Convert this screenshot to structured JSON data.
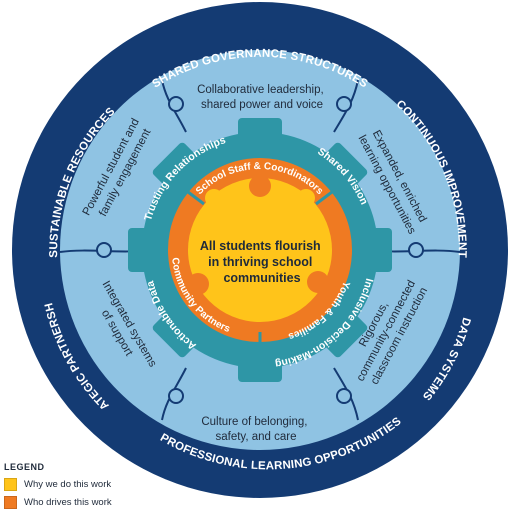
{
  "colors": {
    "outer_ring": "#143b73",
    "practice_ring": "#8fc3e3",
    "practice_divider": "#143b73",
    "gear": "#2e96a6",
    "orange_ring": "#ef7a22",
    "center": "#ffc41a",
    "ink": "#1f2a3a"
  },
  "outer_ring": {
    "top": "SHARED GOVERNANCE STRUCTURES",
    "upper_right": "CONTINUOUS IMPROVEMENT",
    "lower_right": "DATA SYSTEMS",
    "bottom": "PROFESSIONAL LEARNING OPPORTUNITIES",
    "lower_left": "STRATEGIC PARTNERSHIPS",
    "upper_left": "SUSTAINABLE RESOURCES"
  },
  "practices": {
    "top": [
      "Collaborative leadership,",
      "shared power and voice"
    ],
    "upper_right": [
      "Expanded, enriched",
      "learning opportunities"
    ],
    "lower_right": [
      "Rigorous,",
      "community-connected",
      "classroom instruction"
    ],
    "bottom": [
      "Culture of belonging,",
      "safety, and care"
    ],
    "lower_left": [
      "Integrated systems",
      "of support"
    ],
    "upper_left": [
      "Powerful student and",
      "family engagement"
    ]
  },
  "pillars": {
    "trusting": "Trusting Relationships",
    "shared_vision": "Shared Vision",
    "inclusive": "Inclusive Decision-Making",
    "actionable": "Actionable Data"
  },
  "drivers": {
    "staff": "School Staff & Coordinators",
    "youth": "Youth & Families",
    "community": "Community Partners"
  },
  "center": {
    "lines": [
      "All students flourish",
      "in thriving school",
      "communities"
    ]
  },
  "legend": {
    "title": "LEGEND",
    "items": [
      {
        "label": "Why we do this work",
        "color": "#ffc41a"
      },
      {
        "label": "Who drives this work",
        "color": "#ef7a22"
      }
    ]
  }
}
